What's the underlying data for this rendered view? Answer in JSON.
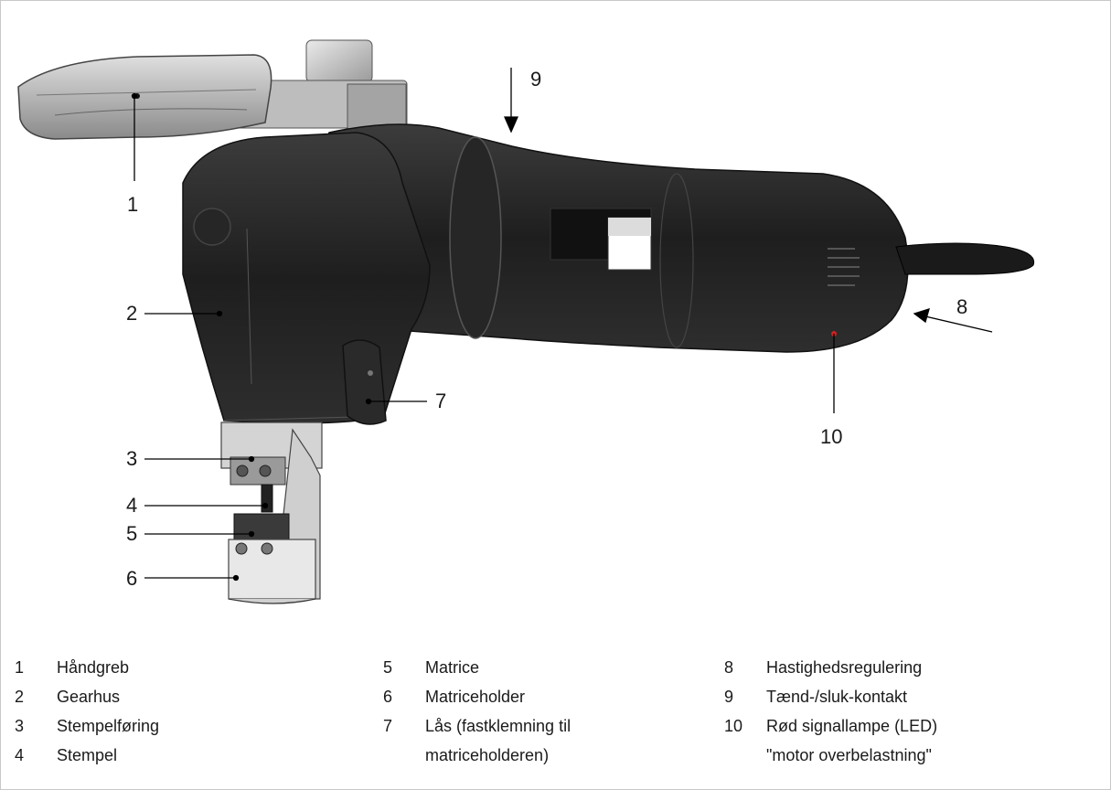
{
  "callouts": {
    "c1": "1",
    "c2": "2",
    "c3": "3",
    "c4": "4",
    "c5": "5",
    "c6": "6",
    "c7": "7",
    "c8": "8",
    "c9": "9",
    "c10": "10"
  },
  "legend": {
    "columns": [
      [
        {
          "n": "1",
          "label": "Håndgreb"
        },
        {
          "n": "2",
          "label": "Gearhus"
        },
        {
          "n": "3",
          "label": "Stempelføring"
        },
        {
          "n": "4",
          "label": "Stempel"
        }
      ],
      [
        {
          "n": "5",
          "label": "Matrice"
        },
        {
          "n": "6",
          "label": "Matriceholder"
        },
        {
          "n": "7",
          "label": "Lås (fastklemning til"
        },
        {
          "n": "",
          "label": "matriceholderen)"
        }
      ],
      [
        {
          "n": "8",
          "label": "Hastighedsregulering"
        },
        {
          "n": "9",
          "label": "Tænd-/sluk-kontakt"
        },
        {
          "n": "10",
          "label": "Rød signallampe (LED)"
        },
        {
          "n": "",
          "label": "\"motor overbelastning\""
        }
      ]
    ]
  }
}
